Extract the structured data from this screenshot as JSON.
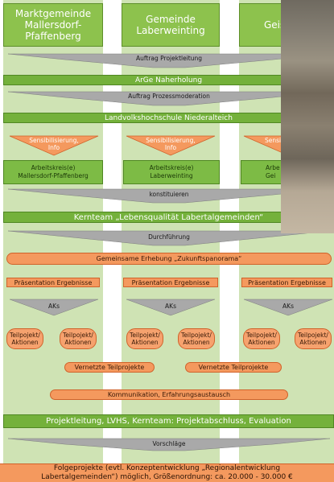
{
  "columns": [
    {
      "title": "Marktgemeinde Mallersdorf-Pfaffenberg"
    },
    {
      "title": "Gemeinde Laberweinting"
    },
    {
      "title": "Geis"
    }
  ],
  "stages": {
    "auftrag_projektleitung": "Auftrag Projektleitung",
    "arge": "ArGe Naherholung",
    "auftrag_prozess": "Auftrag Prozessmoderation",
    "lvhs": "Landvolkshochschule Niederalteich",
    "sensibilisierung": [
      "Sensibilisierung,\nInfo",
      "Sensibilisierung,\nInfo",
      "Sensi"
    ],
    "arbeitskreise": [
      "Arbeitskreis(e)\nMallersdorf-Pfaffenberg",
      "Arbeitskreis(e)\nLaberweinting",
      "Arbe\nGei"
    ],
    "konstituieren": "konstituieren",
    "kernteam1": "Kernteam „Lebensqualität Labertalgemeinden“",
    "durchfuehrung": "Durchführung",
    "erhebung": "Gemeinsame Erhebung „Zukunftspanorama“",
    "praesentation": [
      "Präsentation Ergebnisse",
      "Präsentation Ergebnisse",
      "Präsentation Ergebnisse"
    ],
    "aks": [
      "AKs",
      "AKs",
      "AKs"
    ],
    "teilprojekt": "Teilpojekt/\nAktionen",
    "vernetzte": [
      "Vernetzte Teilprojekte",
      "Vernetzte Teilprojekte"
    ],
    "kommunikation": "Kommunikation, Erfahrungsaustausch",
    "abschluss": "Projektleitung, LVHS, Kernteam: Projektabschluss, Evaluation",
    "vorschlaege": "Vorschläge",
    "folge_line1": "Folgeprojekte (evtl. Konzeptentwicklung „Regionalentwicklung",
    "folge_line2": "Labertalgemeinden“) möglich, Größenordnung: ca. 20.000 - 30.000 €"
  },
  "colors": {
    "green_light": "#cfe3b4",
    "green": "#74b13b",
    "orange": "#f4995e",
    "arrow_gray": "#a9a9a9"
  }
}
